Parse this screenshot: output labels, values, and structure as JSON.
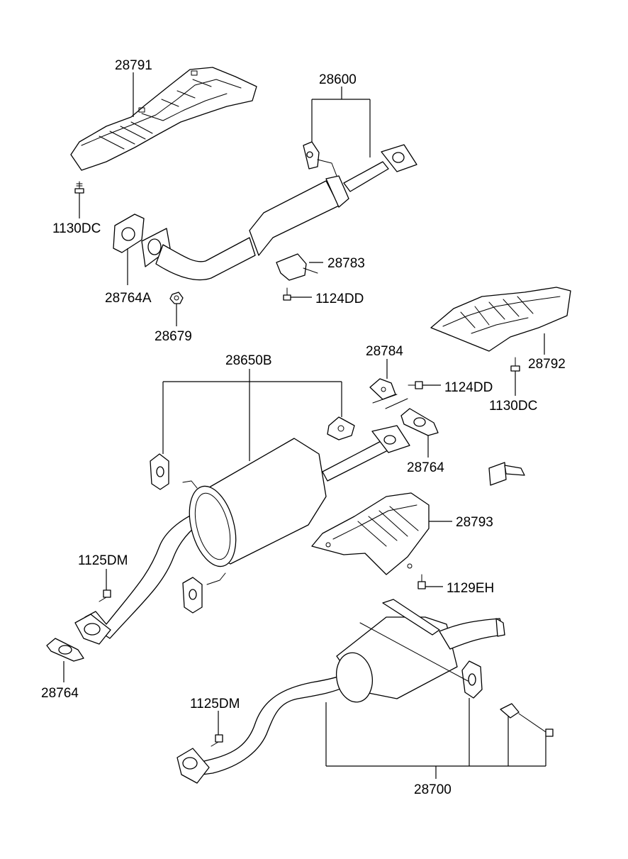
{
  "labels": {
    "p28791": "28791",
    "p28600": "28600",
    "p1130DC_top": "1130DC",
    "p28764A": "28764A",
    "p28679": "28679",
    "p28783": "28783",
    "p1124DD_top": "1124DD",
    "p28792": "28792",
    "p28784": "28784",
    "p1124DD_mid": "1124DD",
    "p1130DC_right": "1130DC",
    "p28650B": "28650B",
    "p28764_mid": "28764",
    "p28793": "28793",
    "p1125DM_left": "1125DM",
    "p1129EH": "1129EH",
    "p28764_left": "28764",
    "p1125DM_bottom": "1125DM",
    "p28700": "28700"
  }
}
